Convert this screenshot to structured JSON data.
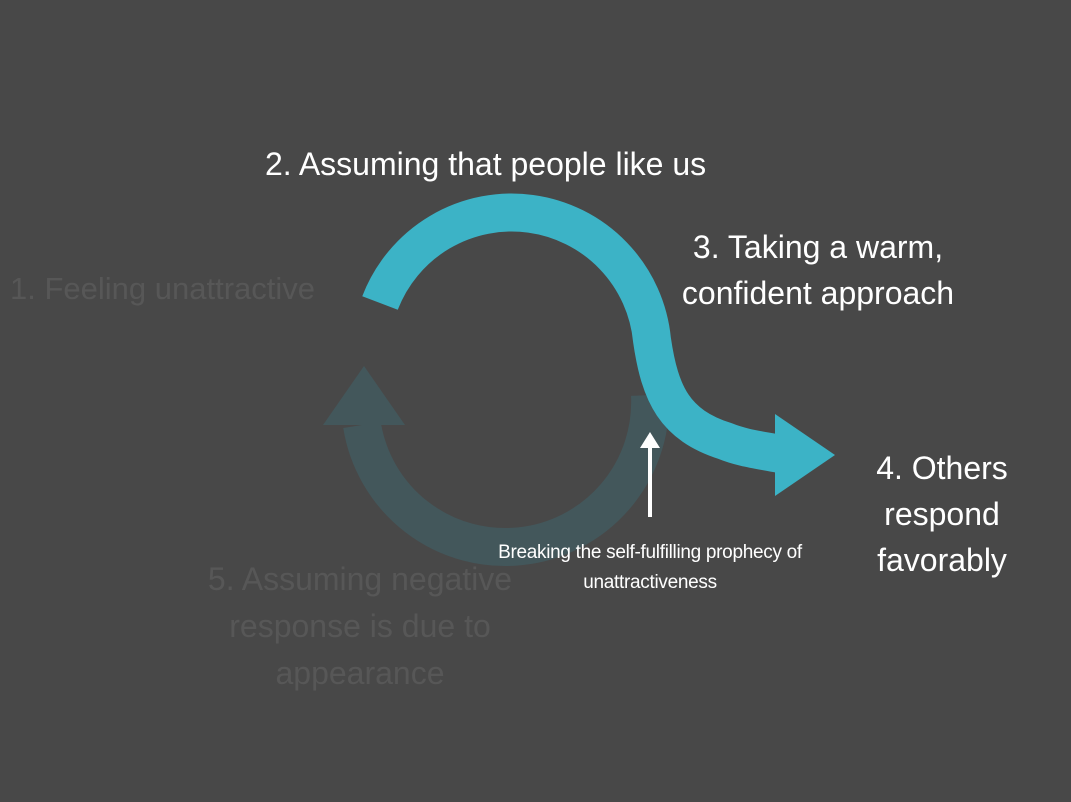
{
  "steps": {
    "step1": "1. Feeling unattractive",
    "step2": "2. Assuming that people like us",
    "step3": "3. Taking a warm, confident approach",
    "step4": "4. Others respond favorably",
    "step5": "5. Assuming negative response is due to appearance"
  },
  "caption": "Breaking the self-fulfilling prophecy of unattractiveness",
  "colors": {
    "background": "#484848",
    "positive_loop": "#3cb3c6",
    "negative_loop": "#43575b",
    "faded_text": "#575757",
    "highlight_text": "#ffffff"
  }
}
